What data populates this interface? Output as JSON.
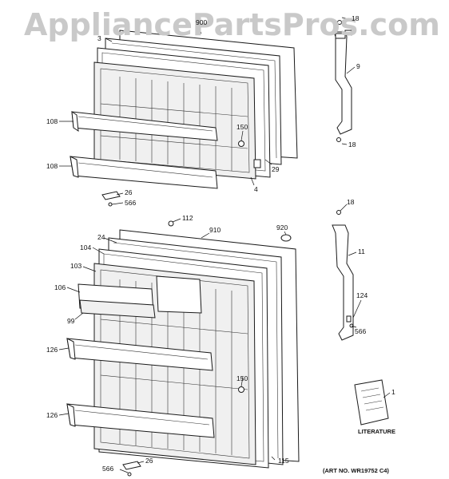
{
  "watermark": "AppliancePartsPros.com",
  "art_number": "(ART NO. WR19752 C4)",
  "literature_label": "LITERATURE",
  "callouts": {
    "c900": "900",
    "c3": "3",
    "c18a": "18",
    "c9": "9",
    "c18b": "18",
    "c108a": "108",
    "c150a": "150",
    "c29": "29",
    "c108b": "108",
    "c4": "4",
    "c26a": "26",
    "c566a": "566",
    "c112": "112",
    "c910": "910",
    "c920": "920",
    "c18c": "18",
    "c24": "24",
    "c104": "104",
    "c11": "11",
    "c103": "103",
    "c106": "106",
    "c124": "124",
    "c99": "99",
    "c566b": "566",
    "c126a": "126",
    "c150b": "150",
    "c1": "1",
    "c126b": "126",
    "c26b": "26",
    "c566c": "566",
    "c115": "115"
  }
}
